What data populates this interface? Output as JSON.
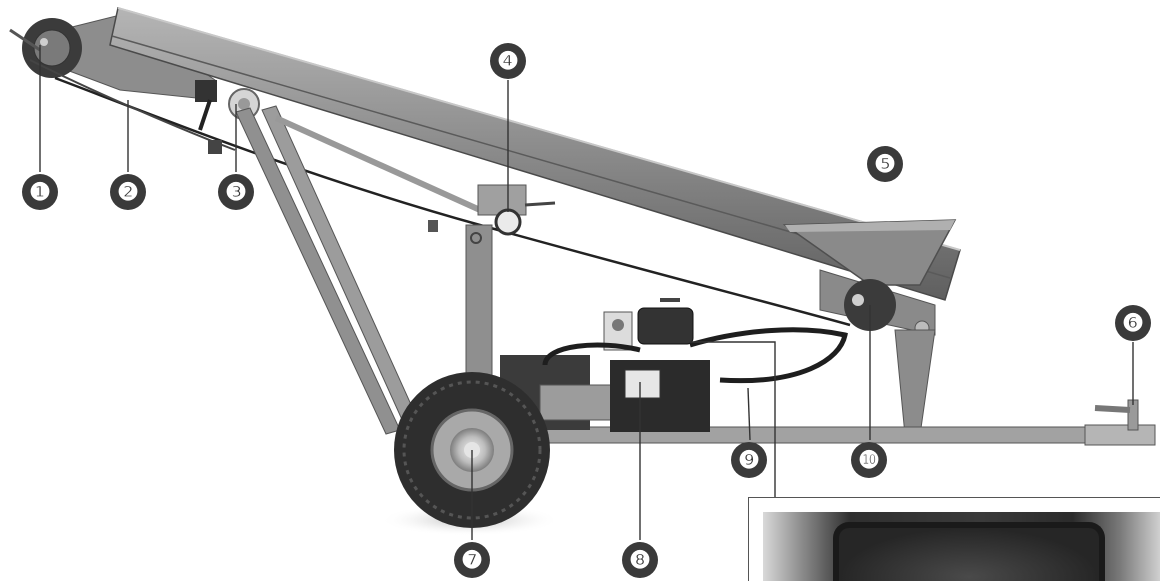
{
  "callouts": [
    {
      "id": "1",
      "label": "❶"
    },
    {
      "id": "2",
      "label": "❷"
    },
    {
      "id": "3",
      "label": "❸"
    },
    {
      "id": "4",
      "label": "❹"
    },
    {
      "id": "5",
      "label": "❺"
    },
    {
      "id": "6",
      "label": "❻"
    },
    {
      "id": "7",
      "label": "❼"
    },
    {
      "id": "8",
      "label": "❽"
    },
    {
      "id": "9",
      "label": "❾"
    },
    {
      "id": "10",
      "label": "❿"
    }
  ],
  "colors": {
    "steel": "#8f8f8f",
    "steel_dark": "#6b6b6b",
    "tire": "#2e2e2e",
    "callout_bg": "#3a3a3a",
    "cable": "#222222"
  }
}
